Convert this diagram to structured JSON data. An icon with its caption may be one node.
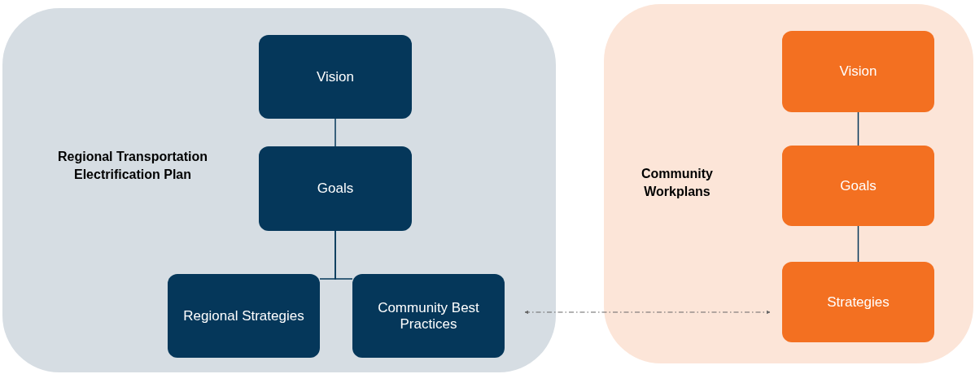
{
  "diagram": {
    "nodes": [
      {
        "text": [
          "Regional Transportation Electrification Plan"
        ]
      },
      {
        "text": [
          "Vision"
        ],
        "in": 0
      },
      {
        "text": [
          "Goals"
        ],
        "in": 0
      },
      {
        "text": [
          "Regional Strategies"
        ],
        "in": 0
      },
      {
        "text": [
          "Community Best Practices"
        ],
        "in": 0
      },
      {
        "text": [
          "Community Workplans"
        ]
      },
      {
        "text": [
          "Vision"
        ],
        "in": 5
      },
      {
        "text": [
          "Goals"
        ],
        "in": 5
      },
      {
        "text": [
          "Strategies"
        ],
        "in": 5
      }
    ],
    "edges": [
      {
        "from": 1,
        "to": 2,
        "arrow": "none"
      },
      {
        "from": 2,
        "to": 3,
        "arrow": "none"
      },
      {
        "from": 2,
        "to": 4,
        "arrow": "none"
      },
      {
        "from": 6,
        "to": 7,
        "arrow": "none"
      },
      {
        "from": 7,
        "to": 8,
        "arrow": "none"
      },
      {
        "from": 4,
        "to": 8,
        "arrow": "both",
        "style": "dashed",
        "color": "#666666"
      }
    ]
  }
}
